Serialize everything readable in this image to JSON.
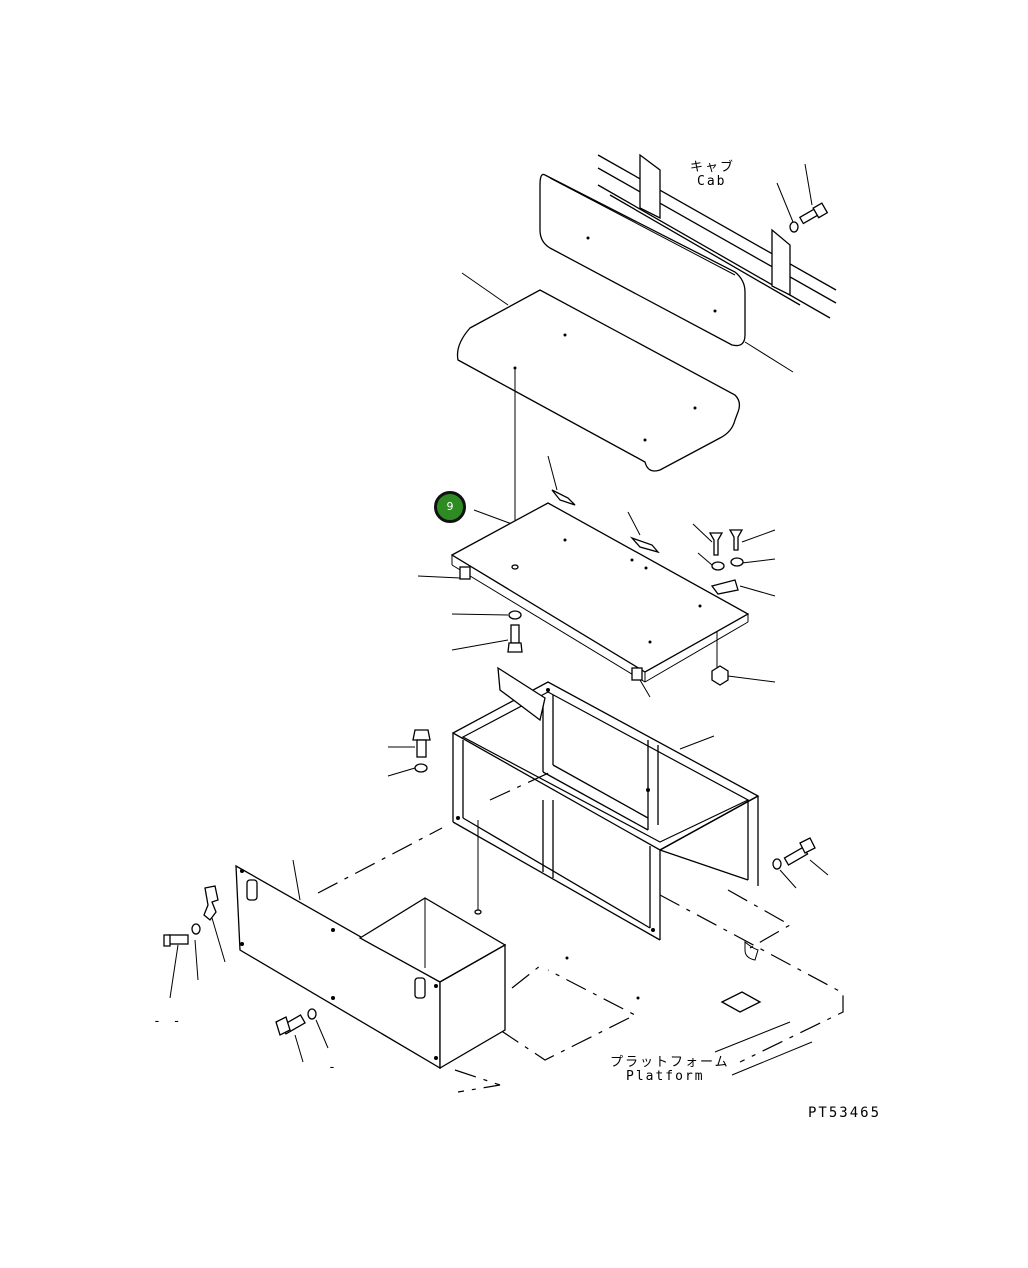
{
  "labels": {
    "cab_jp": "キャブ",
    "cab_en": "Cab",
    "platform_jp": "プラットフォーム",
    "platform_en": "Platform",
    "drawing_number": "PT53465"
  },
  "callout": {
    "number": "9",
    "color": "#2e8b22"
  },
  "dash_marks": {
    "left_bolt_dash": "- -",
    "lower_bolt_dash": "-"
  }
}
